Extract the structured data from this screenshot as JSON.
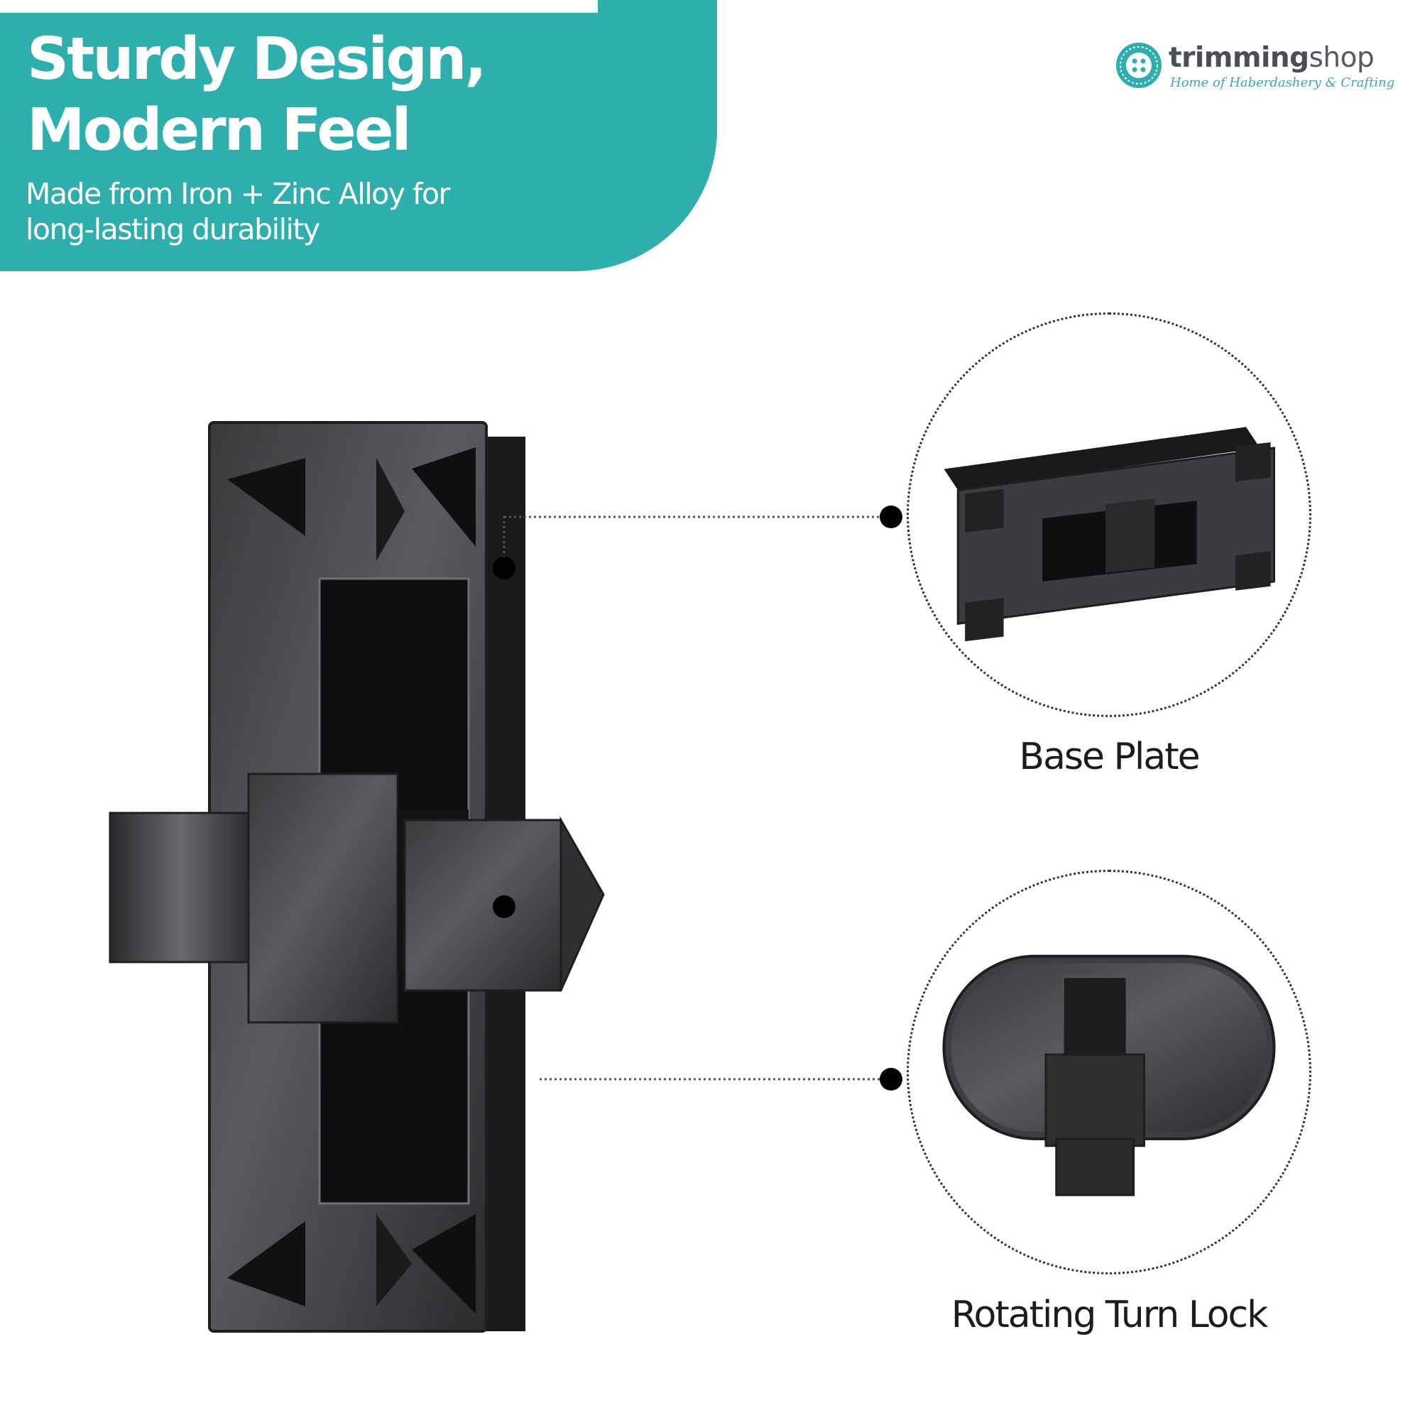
{
  "banner": {
    "headline_line1": "Sturdy Design,",
    "headline_line2": "Modern Feel",
    "subline_line1": "Made from Iron + Zinc Alloy for",
    "subline_line2": "long-lasting durability"
  },
  "logo": {
    "word_bold": "trimming",
    "word_light": "shop",
    "tagline": "Home of Haberdashery & Crafting"
  },
  "features": [
    {
      "label": "Base Plate"
    },
    {
      "label": "Rotating Turn Lock"
    }
  ],
  "icons": {
    "logo": "button-icon",
    "callout": "dot-marker-icon"
  },
  "colors": {
    "teal": "#2eaead",
    "text_dark": "#1c1c1c",
    "gunmetal": "#2b2a2d"
  }
}
